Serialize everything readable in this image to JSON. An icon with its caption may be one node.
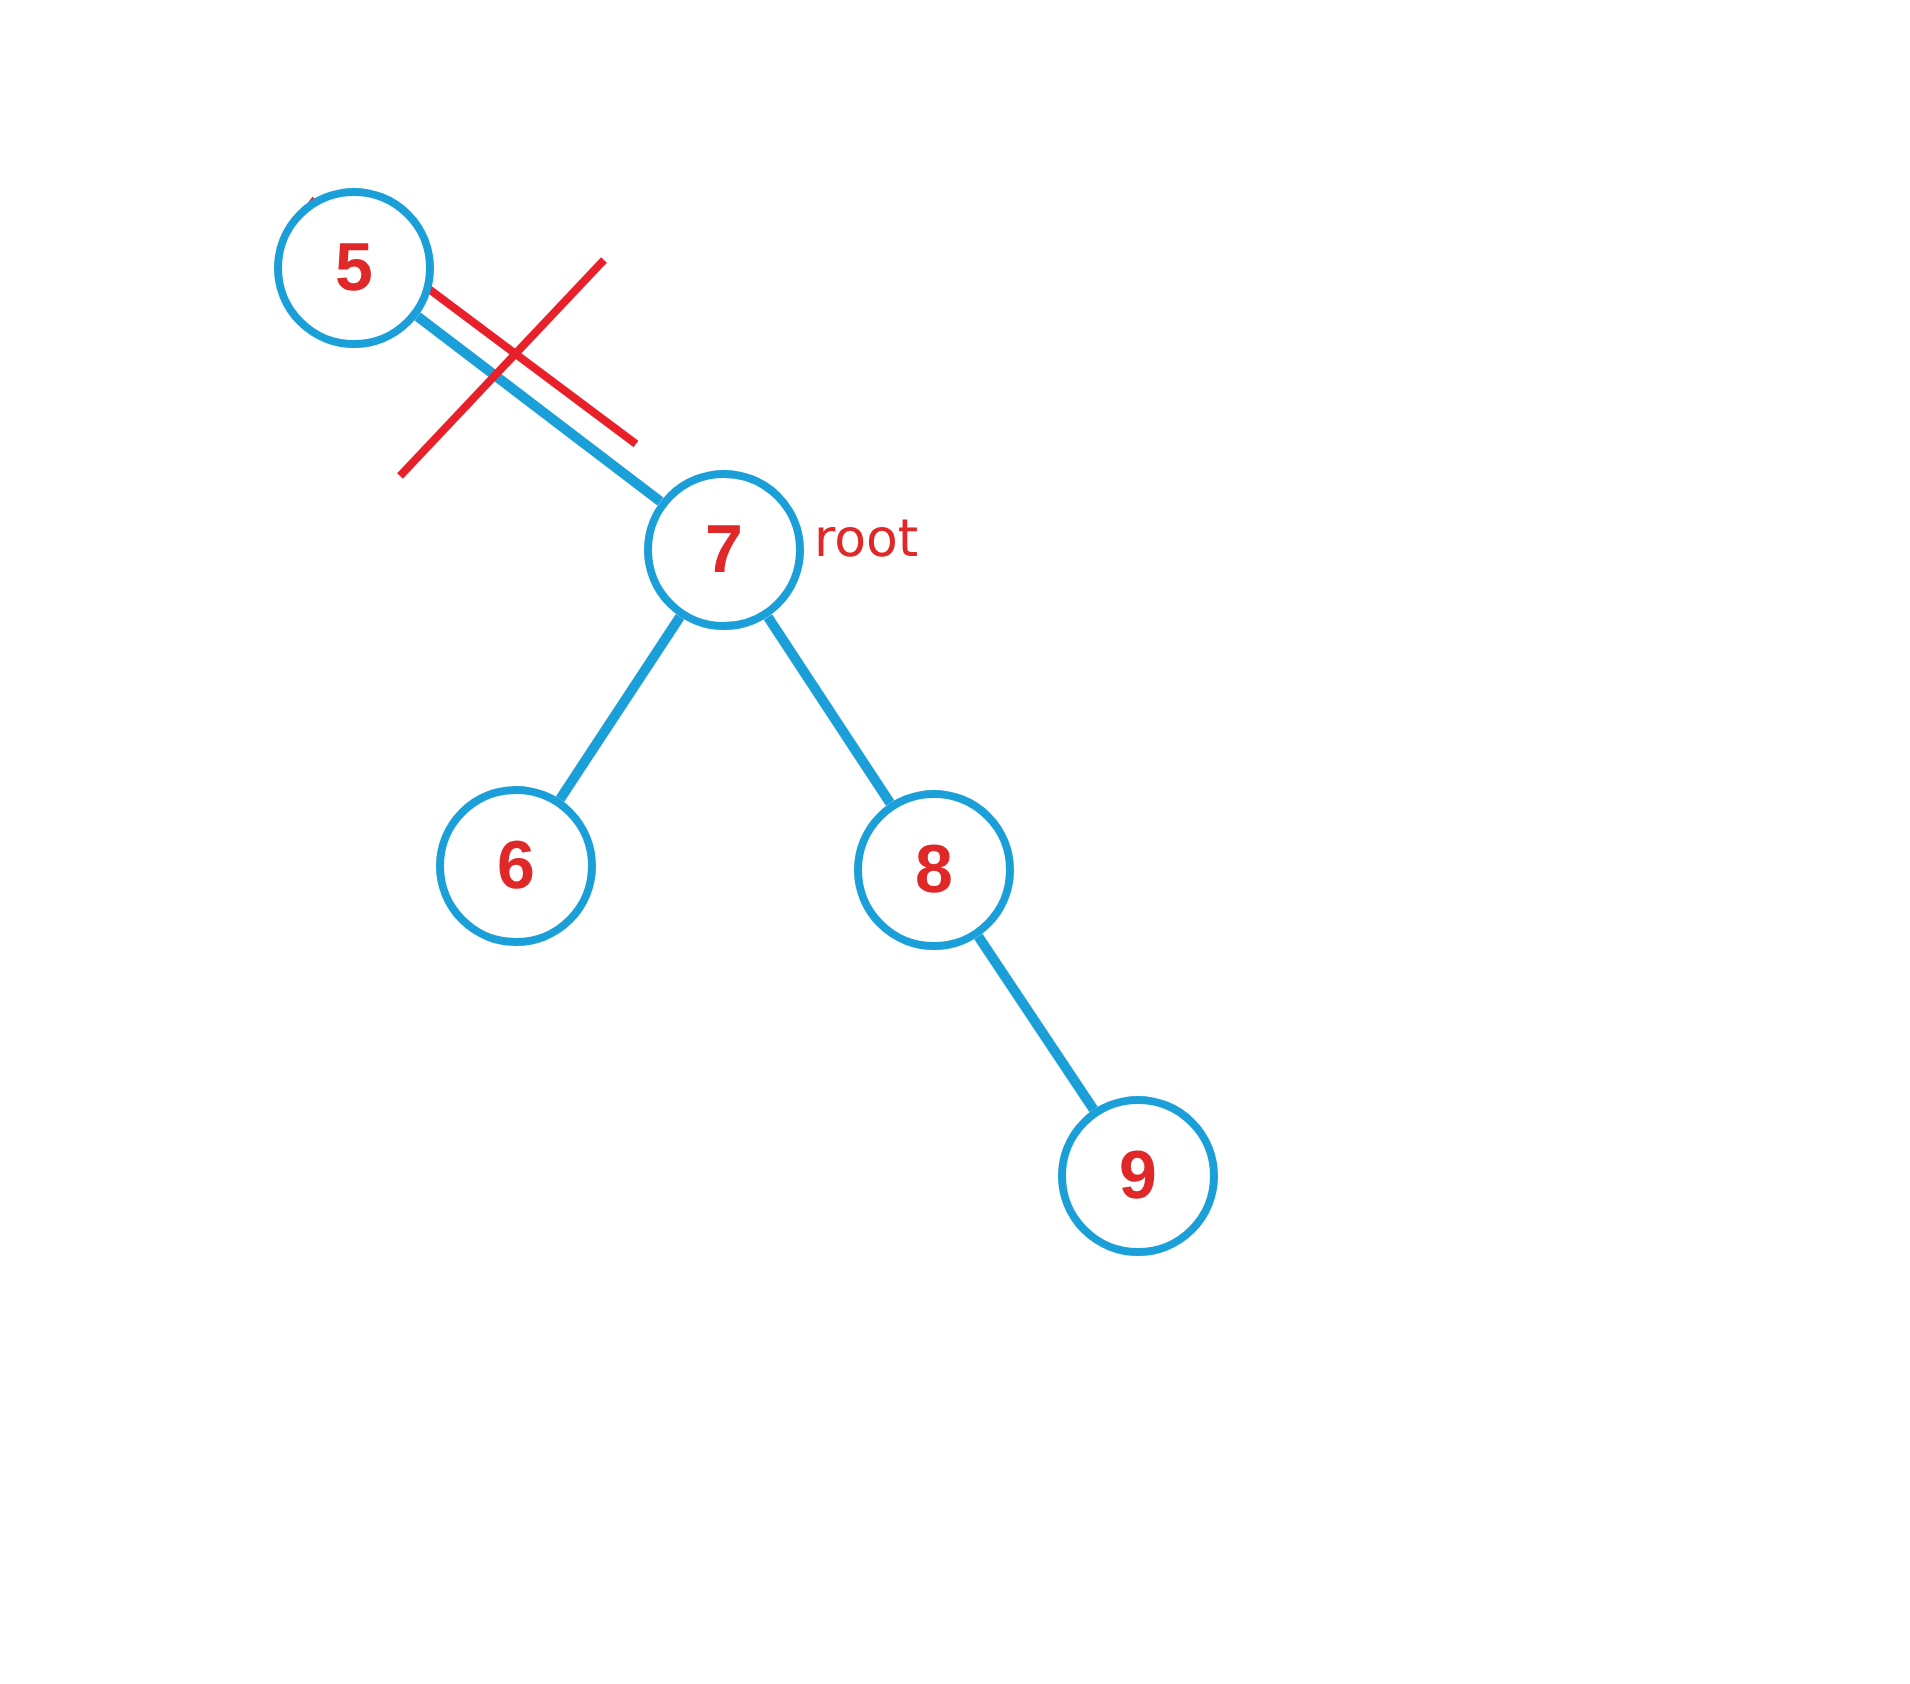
{
  "diagram": {
    "nodes": [
      {
        "text": [
          "5"
        ]
      },
      {
        "text": [
          "7"
        ],
        "beside": [
          "root"
        ]
      },
      {
        "text": [
          "6"
        ]
      },
      {
        "text": [
          "8"
        ]
      },
      {
        "text": [
          "9"
        ]
      }
    ],
    "edges": [
      {
        "from": 0,
        "to": 1,
        "arrow": "none"
      },
      {
        "from": 1,
        "to": 2,
        "arrow": "none"
      },
      {
        "from": 1,
        "to": 3,
        "arrow": "none"
      },
      {
        "from": 3,
        "to": 4,
        "arrow": "none"
      }
    ]
  }
}
